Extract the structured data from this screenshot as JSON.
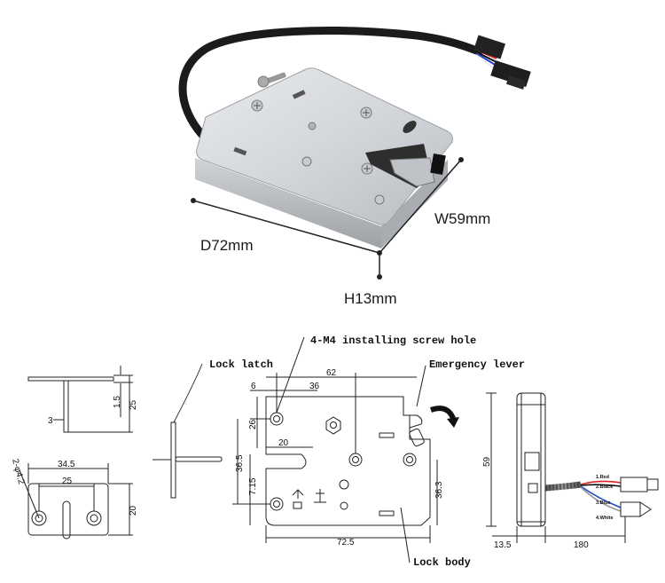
{
  "photo": {
    "depth_label": "D72mm",
    "width_label": "W59mm",
    "height_label": "H13mm"
  },
  "callouts": {
    "screw_hole": "4-M4 installing screw hole",
    "emergency_lever": "Emergency lever",
    "lock_latch": "Lock latch",
    "lock_body": "Lock body"
  },
  "latch_dims": {
    "d_1_5": "1.5",
    "d_25": "25",
    "d_3": "3",
    "d_34_5": "34.5",
    "d_25_b": "25",
    "d_20": "20",
    "d_hole": "2-φ4.2"
  },
  "body_dims": {
    "d_62": "62",
    "d_6": "6",
    "d_36": "36",
    "d_26": "26",
    "d_20": "20",
    "d_36_5": "36.5",
    "d_7_15": "7.15",
    "d_36_3": "36.3",
    "d_72_5": "72.5"
  },
  "side_dims": {
    "d_59": "59",
    "d_13_5": "13.5",
    "d_180": "180"
  },
  "wires": [
    "1.Red",
    "2.Black",
    "3.Blue",
    "4.White"
  ],
  "colors": {
    "housing": "#c9ccd0",
    "cable": "#1b1b1b"
  }
}
